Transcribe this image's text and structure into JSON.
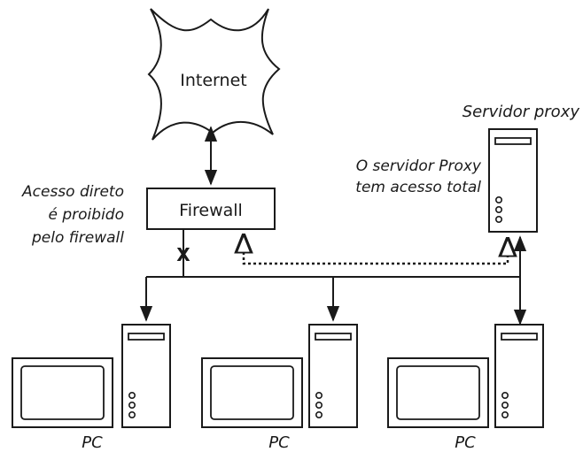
{
  "cloud": {
    "label": "Internet"
  },
  "firewall": {
    "label": "Firewall"
  },
  "proxy": {
    "title": "Servidor proxy",
    "note_line1": "O servidor Proxy",
    "note_line2": "tem acesso total"
  },
  "blocked_note": {
    "line1": "Acesso direto",
    "line2": "é proibido",
    "line3": "pelo firewall"
  },
  "blocked_marker": "X",
  "pcs": [
    {
      "label": "PC"
    },
    {
      "label": "PC"
    },
    {
      "label": "PC"
    }
  ],
  "colors": {
    "stroke": "#1a1a1a",
    "background": "#ffffff"
  }
}
